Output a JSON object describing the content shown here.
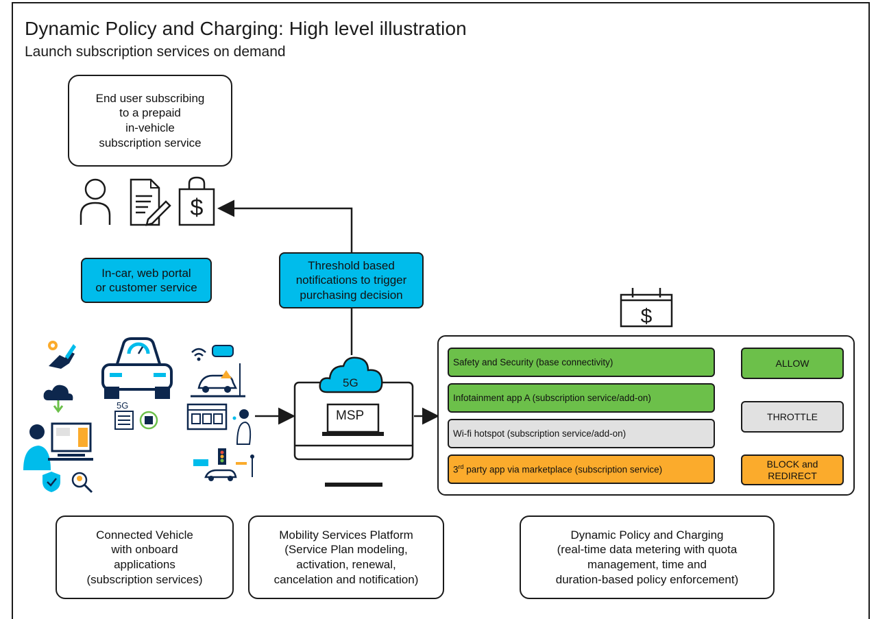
{
  "header": {
    "title": "Dynamic Policy and Charging: High level illustration",
    "subtitle": "Launch subscription services on demand"
  },
  "end_user_box": {
    "text": "End user subscribing\nto a prepaid\nin-vehicle\nsubscription service"
  },
  "callouts": {
    "channels": "In-car, web portal\nor customer service",
    "threshold": "Threshold based\nnotifications to trigger\npurchasing decision"
  },
  "platform": {
    "cloud_label": "5G",
    "monitor_label": "MSP",
    "vehicle_5g_label": "5G"
  },
  "policy": {
    "apps": [
      {
        "label": "Safety and Security (base connectivity)",
        "color": "#6cc04a"
      },
      {
        "label": "Infotainment app A (subscription service/add-on)",
        "color": "#6cc04a"
      },
      {
        "label": "Wi-fi hotspot (subscription service/add-on)",
        "color": "#e1e1e1"
      },
      {
        "label_sup": "rd",
        "label_prefix": "3",
        "label_rest": " party app via marketplace (subscription service)",
        "color": "#fbab2c"
      }
    ],
    "actions": [
      {
        "label": "ALLOW",
        "color": "#6cc04a"
      },
      {
        "label": "THROTTLE",
        "color": "#e1e1e1"
      },
      {
        "label": "BLOCK and\nREDIRECT",
        "color": "#fbab2c"
      }
    ]
  },
  "bottom_boxes": {
    "connected_vehicle": "Connected Vehicle\nwith onboard\napplications\n(subscription services)",
    "msp": "Mobility Services Platform\n(Service Plan modeling,\nactivation, renewal,\ncancelation and notification)",
    "dpc": "Dynamic Policy and Charging\n(real-time data metering with quota\nmanagement, time and\nduration-based policy enforcement)"
  },
  "colors": {
    "accent_blue": "#00bceb",
    "green": "#6cc04a",
    "grey": "#e1e1e1",
    "orange": "#fbab2c",
    "outline": "#1a1a1a"
  }
}
